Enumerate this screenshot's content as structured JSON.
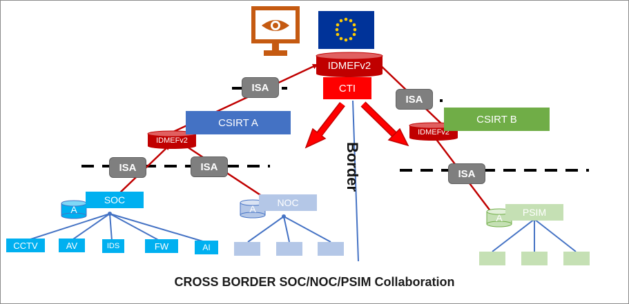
{
  "nodes": {
    "idmef_top": "IDMEFv2",
    "cti": "CTI",
    "csirt_a": "CSIRT A",
    "csirt_b": "CSIRT B",
    "idmef_left": "IDMEFv2",
    "idmef_right": "IDMEFv2",
    "soc": "SOC",
    "noc": "NOC",
    "psim": "PSIM",
    "db_a_label": "A"
  },
  "isa_label": "ISA",
  "border_label": "Border",
  "soc_devices": [
    "CCTV",
    "AV",
    "IDS",
    "FW",
    "AI"
  ],
  "caption": "CROSS BORDER SOC/NOC/PSIM Collaboration",
  "colors": {
    "red": "#c00000",
    "cti_red": "#ff0000",
    "blue_csirt": "#4472c4",
    "green_csirt": "#70ad47",
    "soc_blue": "#00b0f0",
    "noc_light": "#b4c7e7",
    "psim_light": "#c5e0b4",
    "isa_gray": "#7f7f7f",
    "monitor_orange": "#c55a11",
    "eu_blue": "#003399",
    "eu_star": "#ffcc00",
    "link_red": "#c00000",
    "link_blue": "#4472c4"
  },
  "icons": [
    "monitor-eye-icon",
    "eu-flag-icon"
  ]
}
